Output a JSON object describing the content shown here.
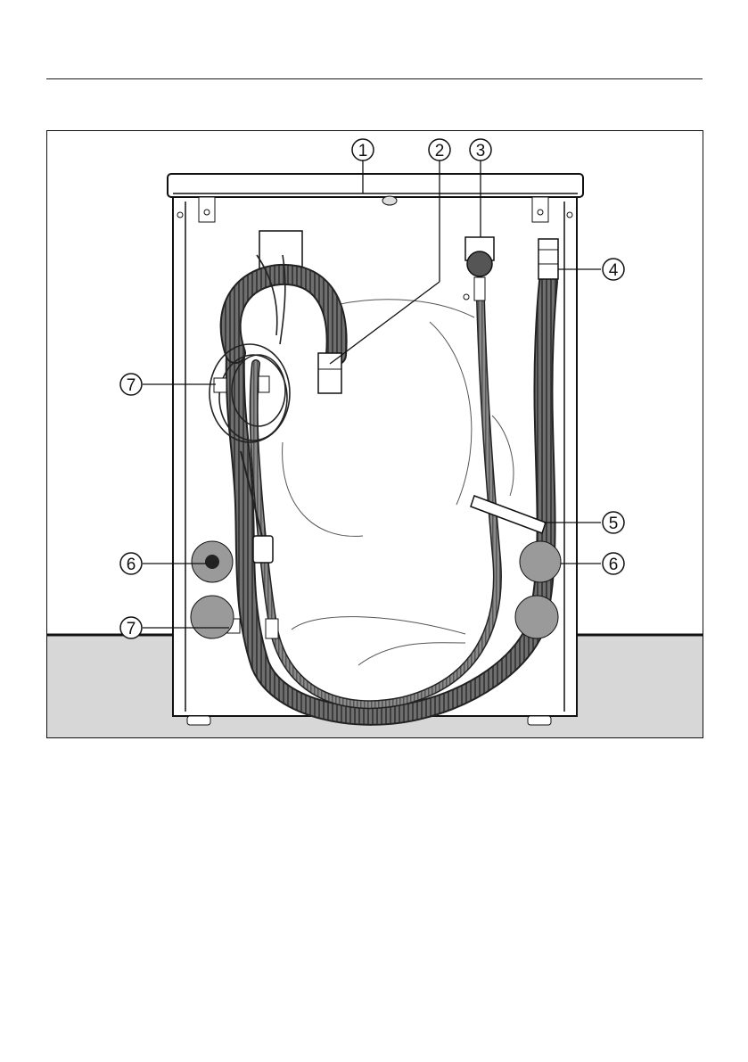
{
  "figure": {
    "callouts": [
      {
        "id": "c1",
        "label": "1"
      },
      {
        "id": "c2",
        "label": "2"
      },
      {
        "id": "c3",
        "label": "3"
      },
      {
        "id": "c4",
        "label": "4"
      },
      {
        "id": "c5",
        "label": "5"
      },
      {
        "id": "c6a",
        "label": "6"
      },
      {
        "id": "c6b",
        "label": "6"
      },
      {
        "id": "c7a",
        "label": "7"
      },
      {
        "id": "c7b",
        "label": "7"
      }
    ]
  }
}
